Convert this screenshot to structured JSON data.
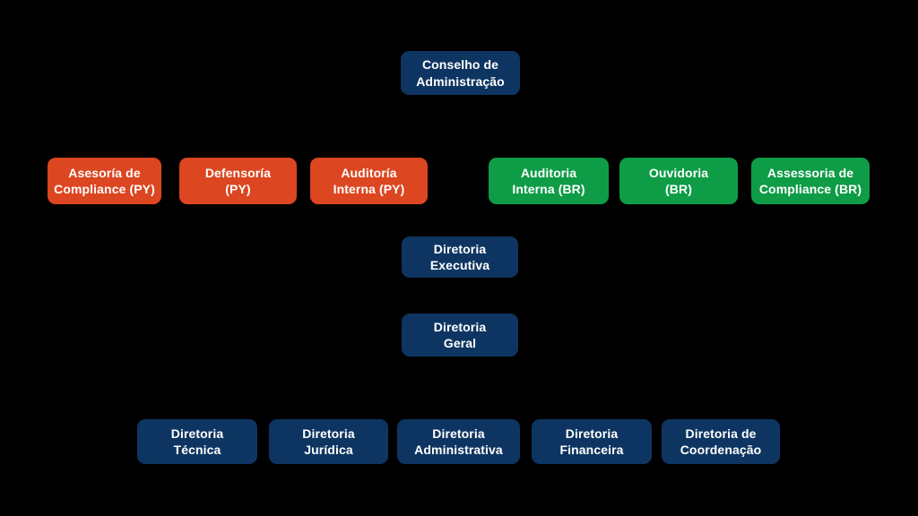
{
  "diagram": {
    "type": "org-chart",
    "background": "#000000",
    "colors": {
      "board_and_directorates": "#0e3561",
      "paraguay_branch": "#dc4620",
      "brazil_branch": "#0f9c47",
      "text": "#ffffff"
    },
    "nodes": [
      {
        "id": "conselho-administracao",
        "label": "Conselho de\nAdministração",
        "color_group": "navy",
        "level": "top"
      },
      {
        "id": "asesoria-compliance-py",
        "label": "Asesoría de\nCompliance (PY)",
        "color_group": "orange",
        "level": "advisory-py"
      },
      {
        "id": "defensoria-py",
        "label": "Defensoría\n(PY)",
        "color_group": "orange",
        "level": "advisory-py"
      },
      {
        "id": "auditoria-interna-py",
        "label": "Auditoría\nInterna (PY)",
        "color_group": "orange",
        "level": "advisory-py"
      },
      {
        "id": "auditoria-interna-br",
        "label": "Auditoria\nInterna (BR)",
        "color_group": "green",
        "level": "advisory-br"
      },
      {
        "id": "ouvidoria-br",
        "label": "Ouvidoria\n(BR)",
        "color_group": "green",
        "level": "advisory-br"
      },
      {
        "id": "assessoria-compliance-br",
        "label": "Assessoria de\nCompliance (BR)",
        "color_group": "green",
        "level": "advisory-br"
      },
      {
        "id": "diretoria-executiva",
        "label": "Diretoria\nExecutiva",
        "color_group": "navy",
        "level": "executive"
      },
      {
        "id": "diretoria-geral",
        "label": "Diretoria\nGeral",
        "color_group": "navy",
        "level": "general"
      },
      {
        "id": "diretoria-tecnica",
        "label": "Diretoria\nTécnica",
        "color_group": "navy",
        "level": "directorates"
      },
      {
        "id": "diretoria-juridica",
        "label": "Diretoria\nJurídica",
        "color_group": "navy",
        "level": "directorates"
      },
      {
        "id": "diretoria-administrativa",
        "label": "Diretoria\nAdministrativa",
        "color_group": "navy",
        "level": "directorates"
      },
      {
        "id": "diretoria-financeira",
        "label": "Diretoria\nFinanceira",
        "color_group": "navy",
        "level": "directorates"
      },
      {
        "id": "diretoria-coordenacao",
        "label": "Diretoria de\nCoordenação",
        "color_group": "navy",
        "level": "directorates"
      }
    ]
  }
}
